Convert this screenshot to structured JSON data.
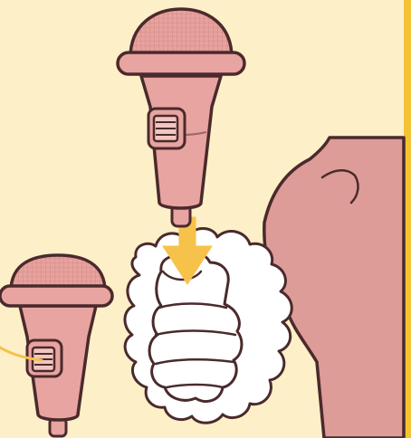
{
  "illustration": {
    "elements": [
      "microphone-icon",
      "down-arrow-icon",
      "gloved-hand",
      "fur-cuff",
      "arm",
      "microphone-icon-small",
      "callout-line"
    ]
  },
  "colors": {
    "background": "#fdefc8",
    "frame_right": "#f3c335",
    "mic_body": "#e8a4a0",
    "mic_grille": "#e39a96",
    "outline": "#4a2a2c",
    "arrow": "#f7c24a",
    "arm": "#dd9c98",
    "glove": "#ffffff"
  }
}
